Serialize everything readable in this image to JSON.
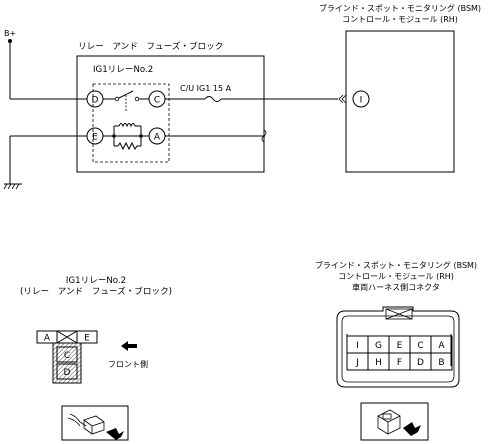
{
  "schematic": {
    "supply_label": "B+",
    "fuse_block_label": "リレー　アンド　フューズ・ブロック",
    "relay_label": "IG1リレーNo.2",
    "fuse_label": "C/U IG1 15 A",
    "module_label_line1": "ブラインド・スポット・モニタリング (BSM)",
    "module_label_line2": "コントロール・モジュール (RH)",
    "relay_pins": [
      "D",
      "C",
      "E",
      "A"
    ],
    "module_pin": "I"
  },
  "relay_connector_view": {
    "title_line1": "IG1リレーNo.2",
    "title_line2": "(リレー　アンド　フューズ・ブロック)",
    "pins": [
      "A",
      "E",
      "C",
      "D"
    ],
    "front_label": "フロント側"
  },
  "module_connector_view": {
    "title_line1": "ブラインド・スポット・モニタリング (BSM)",
    "title_line2": "コントロール・モジュール (RH)",
    "title_line3": "車両ハーネス側コネクタ",
    "pins_top": [
      "I",
      "G",
      "E",
      "C",
      "A"
    ],
    "pins_bottom": [
      "J",
      "H",
      "F",
      "D",
      "B"
    ]
  }
}
